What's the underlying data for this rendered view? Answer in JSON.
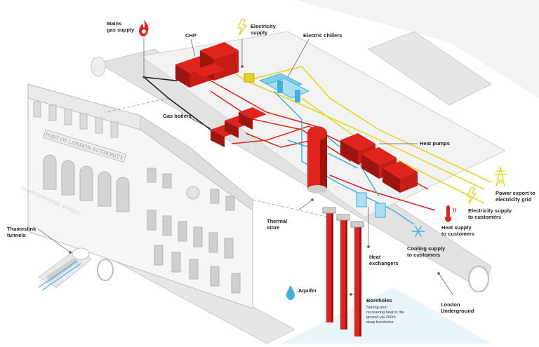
{
  "colors": {
    "red": "#e0231c",
    "dark_red": "#9e1510",
    "yellow": "#e8d21a",
    "blue": "#3fb2dc",
    "black_line": "#1a1a1a",
    "grey_building": "#cfcfcf",
    "grey_tunnel": "#d9d9d9",
    "label_text": "#222222",
    "leader_line": "#555555"
  },
  "building": {
    "facade_sign": "PORT OF LONDON AUTHORITY",
    "street_name": "CHARTERHOUSE STREET"
  },
  "labels": {
    "mains_gas": "Mains\ngas supply",
    "electricity_supply": "Electricity\nsupply",
    "chp": "CHP",
    "electric_chillers": "Electric chillers",
    "gas_boilers": "Gas boilers",
    "heat_pumps": "Heat pumps",
    "power_export": "Power export to\nelectricity grid",
    "electricity_to_customers": "Electricity supply\nto customers",
    "heat_to_customers": "Heat supply\nto customers",
    "cooling_to_customers": "Cooling supply\nto customers",
    "thermal_store": "Thermal\nstore",
    "heat_exchangers": "Heat\nexchangers",
    "thameslink": "Thameslink\ntunnels",
    "aquifer": "Aquifer",
    "boreholes": "Boreholes",
    "boreholes_desc": "Storing and\nrecovering heat in the\nground via 200m\ndeep boreholes",
    "london_underground": "London\nUnderground"
  },
  "icons": {
    "gas": "flame-icon",
    "electricity": "lightning-bolt-icon",
    "pylon": "pylon-icon",
    "thermometer": "thermometer-icon",
    "snowflake": "snowflake-icon",
    "water_drop": "water-drop-icon"
  }
}
